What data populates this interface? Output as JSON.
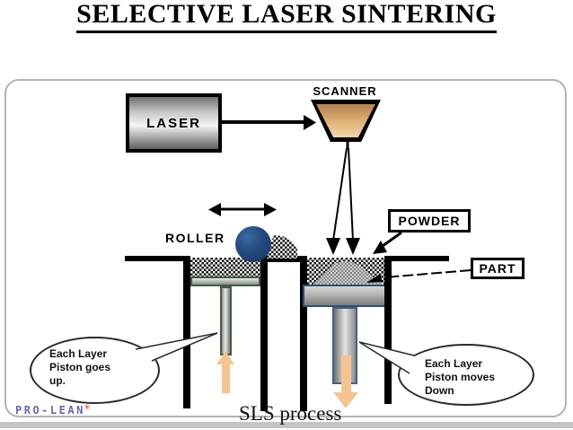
{
  "title": "SELECTIVE LASER SINTERING",
  "caption": "SLS process",
  "logo": {
    "text": "PRO-LEAN",
    "reg": "®"
  },
  "labels": {
    "laser": "LASER",
    "scanner": "SCANNER",
    "roller": "ROLLER",
    "powder": "POWDER",
    "part": "PART"
  },
  "callouts": {
    "left": {
      "lines": [
        "Each Layer",
        "Piston goes",
        "up."
      ]
    },
    "right": {
      "lines": [
        "Each Layer",
        "Piston moves",
        "Down"
      ]
    }
  },
  "colors": {
    "roller_ball": "#1d3f6e",
    "scanner_fill": "#dcae74",
    "arrow_orange": "#f5c493",
    "logo_purple": "#6668ab",
    "logo_reg_red": "#cc3333",
    "panel_border": "#b3b3b7",
    "bottom_band": "#c4c4c8"
  }
}
